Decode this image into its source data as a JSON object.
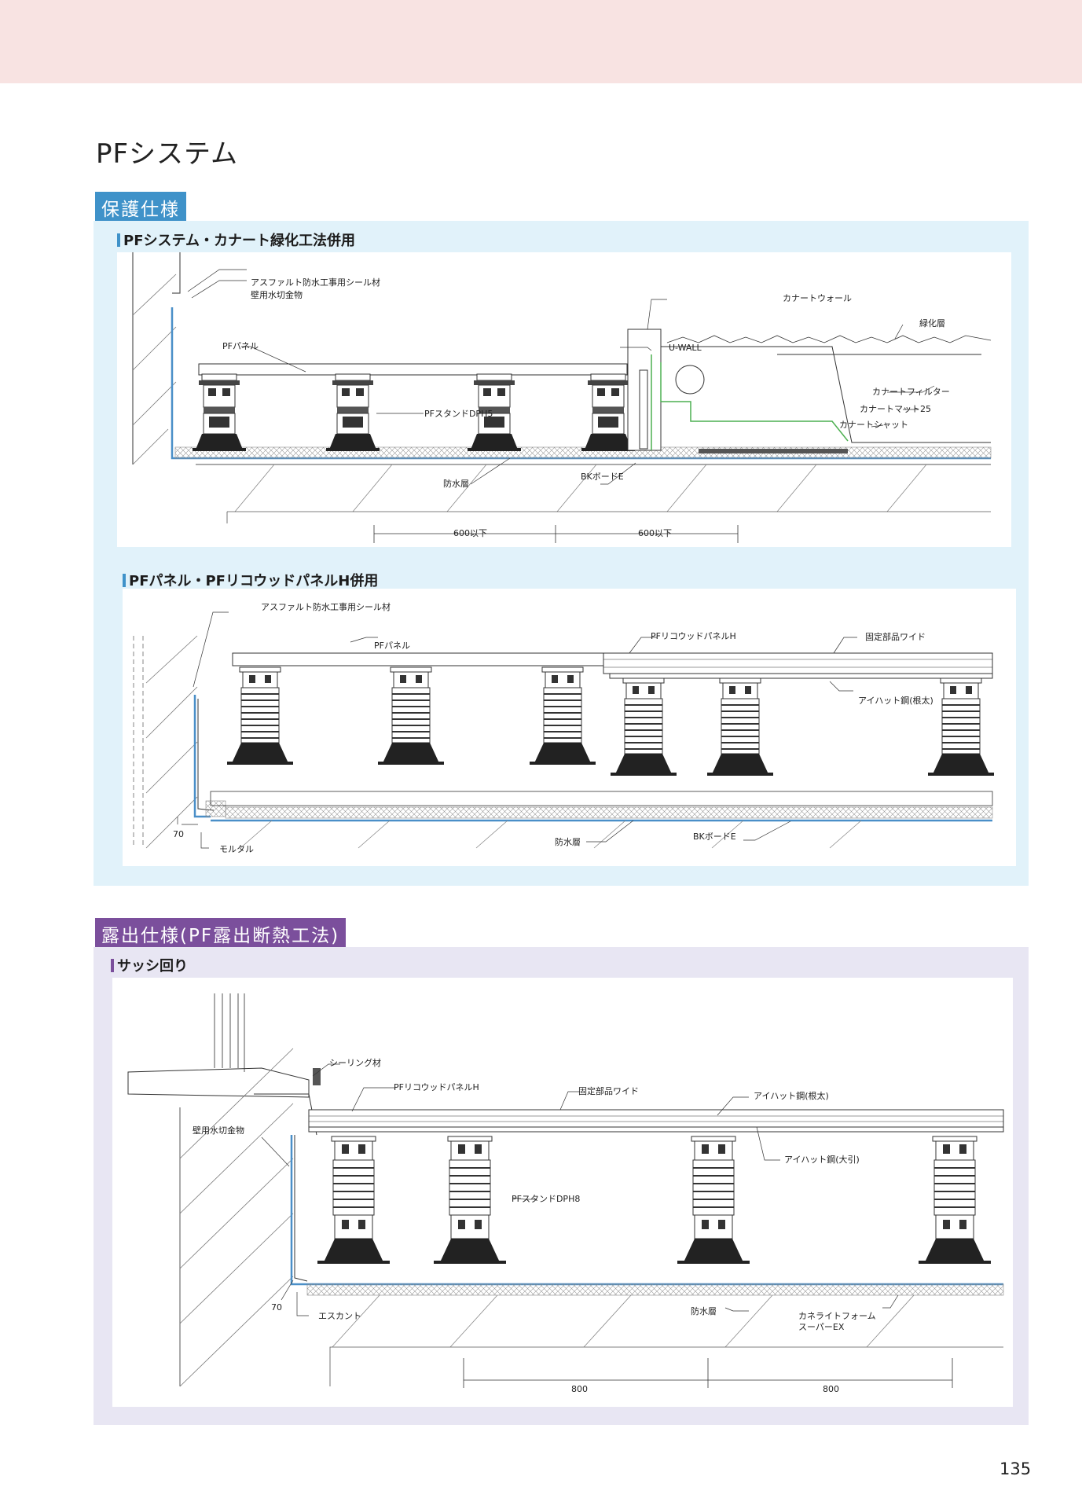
{
  "page": {
    "title": "PFシステム",
    "page_number": "135"
  },
  "section_protection": {
    "tag": "保護仕様",
    "diagram1": {
      "heading": "PFシステム・カナート緑化工法併用",
      "labels": {
        "sealant": "アスファルト防水工事用シール材",
        "flashing": "壁用水切金物",
        "pf_panel": "PFパネル",
        "kanart_wall": "カナートウォール",
        "green_layer": "緑化層",
        "u_wall": "U-WALL",
        "kanart_filter": "カナートフィルター",
        "kanart_mat": "カナートマット25",
        "kanart_sheet": "カナートシャット",
        "pf_stand": "PFスタンドDPH5",
        "waterproof": "防水層",
        "bk_board": "BKボードE",
        "dim1": "600以下",
        "dim2": "600以下"
      }
    },
    "diagram2": {
      "heading": "PFパネル・PFリコウッドパネルH併用",
      "labels": {
        "sealant": "アスファルト防水工事用シール材",
        "pf_panel": "PFパネル",
        "recowood": "PFリコウッドパネルH",
        "fixing_wide": "固定部品ワイド",
        "i_hat": "アイハット鋼(根太)",
        "dim70": "70",
        "mortar": "モルタル",
        "waterproof": "防水層",
        "bk_board": "BKボードE"
      }
    }
  },
  "section_exposed": {
    "tag": "露出仕様(PF露出断熱工法)",
    "diagram3": {
      "heading": "サッシ回り",
      "labels": {
        "sealing": "シーリング材",
        "recowood": "PFリコウッドパネルH",
        "fixing_wide": "固定部品ワイド",
        "i_hat_joist": "アイハット鋼(根太)",
        "flashing": "壁用水切金物",
        "i_hat_beam": "アイハット鋼(大引)",
        "pf_stand": "PFスタンドDPH8",
        "dim70": "70",
        "escant": "エスカント",
        "waterproof": "防水層",
        "insulation_1": "カネライトフォーム",
        "insulation_2": "スーパーEX",
        "dim1": "800",
        "dim2": "800"
      }
    }
  },
  "colors": {
    "band": "#f8e3e2",
    "blue_tag": "#3f92c9",
    "purple_tag": "#7b4f9c",
    "blue_panel": "#e1f2fa",
    "purple_panel": "#e8e6f3",
    "membrane": "#4a8fc8",
    "green": "#4caf50"
  }
}
